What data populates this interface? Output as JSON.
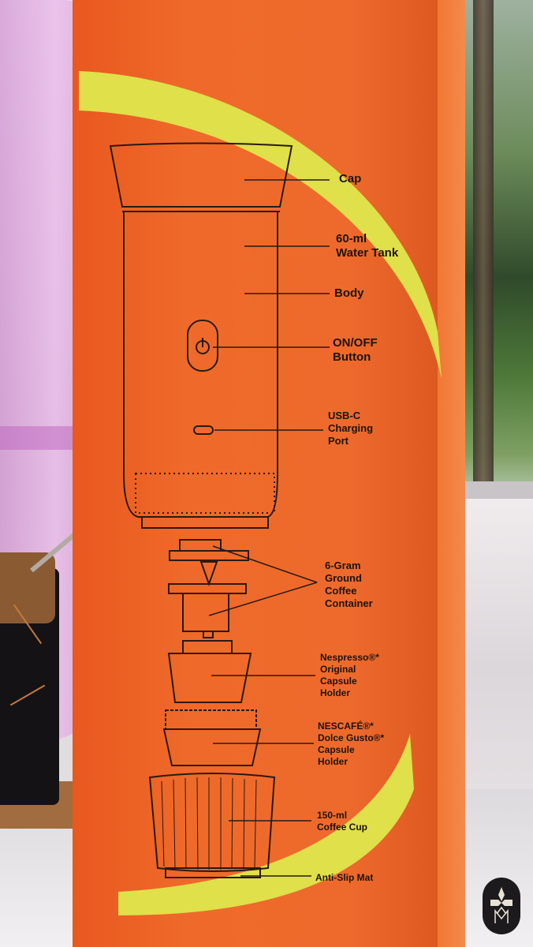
{
  "labels": {
    "cap": "Cap",
    "water_tank": "60-ml\nWater Tank",
    "body": "Body",
    "on_off_button": "ON/OFF\nButton",
    "usb_c_port": "USB-C\nCharging\nPort",
    "ground_coffee_container": "6-Gram\nGround\nCoffee\nContainer",
    "nespresso_holder": "Nespresso®*\nOriginal\nCapsule\nHolder",
    "dolce_gusto_holder": "NESCAFÉ®*\nDolce Gusto®*\nCapsule\nHolder",
    "coffee_cup": "150-ml\nCoffee Cup",
    "anti_slip_mat": "Anti-Slip Mat"
  },
  "colors": {
    "box_orange": "#ec6226",
    "swoosh_yellow": "#e2e24a",
    "line_dark": "#2a1a12"
  },
  "icons": {
    "power": "power-icon",
    "watermark": "watermark-logo"
  }
}
